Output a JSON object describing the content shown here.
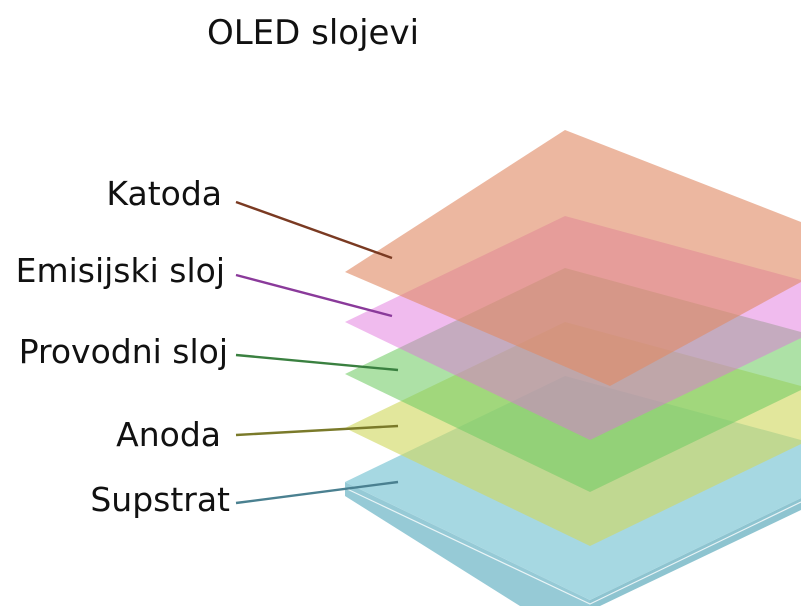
{
  "title": "OLED slojevi",
  "layers": [
    {
      "label": "Katoda",
      "fill": "#e08a66",
      "line_color": "#7a3a22"
    },
    {
      "label": "Emisijski sloj",
      "fill": "#e070dc",
      "line_color": "#8a3a9a"
    },
    {
      "label": "Provodni sloj",
      "fill": "#72cc66",
      "line_color": "#3a8040"
    },
    {
      "label": "Anoda",
      "fill": "#d0d860",
      "line_color": "#7a7a2a"
    },
    {
      "label": "Supstrat",
      "fill": "#a6d8e2",
      "line_color": "#4a8090"
    }
  ]
}
